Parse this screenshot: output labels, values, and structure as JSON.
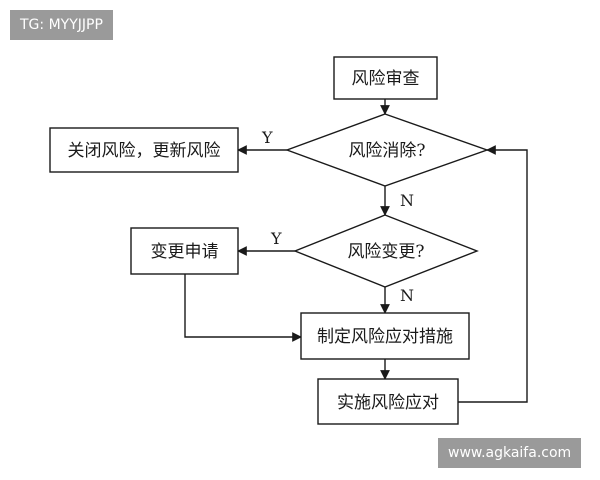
{
  "watermark_top": "TG: MYYJJPP",
  "watermark_bottom": "www.agkaifa.com",
  "nodes": {
    "risk_review": "风险审查",
    "risk_eliminated": "风险消除?",
    "close_risk": "关闭风险，更新风险",
    "risk_changed": "风险变更?",
    "change_request": "变更申请",
    "plan_response": "制定风险应对措施",
    "implement_response": "实施风险应对"
  },
  "edges": {
    "yes_1": "Y",
    "no_1": "N",
    "yes_2": "Y",
    "no_2": "N"
  },
  "colors": {
    "line": "#1a1a1a",
    "watermark_bg": "#9a9a9a"
  }
}
